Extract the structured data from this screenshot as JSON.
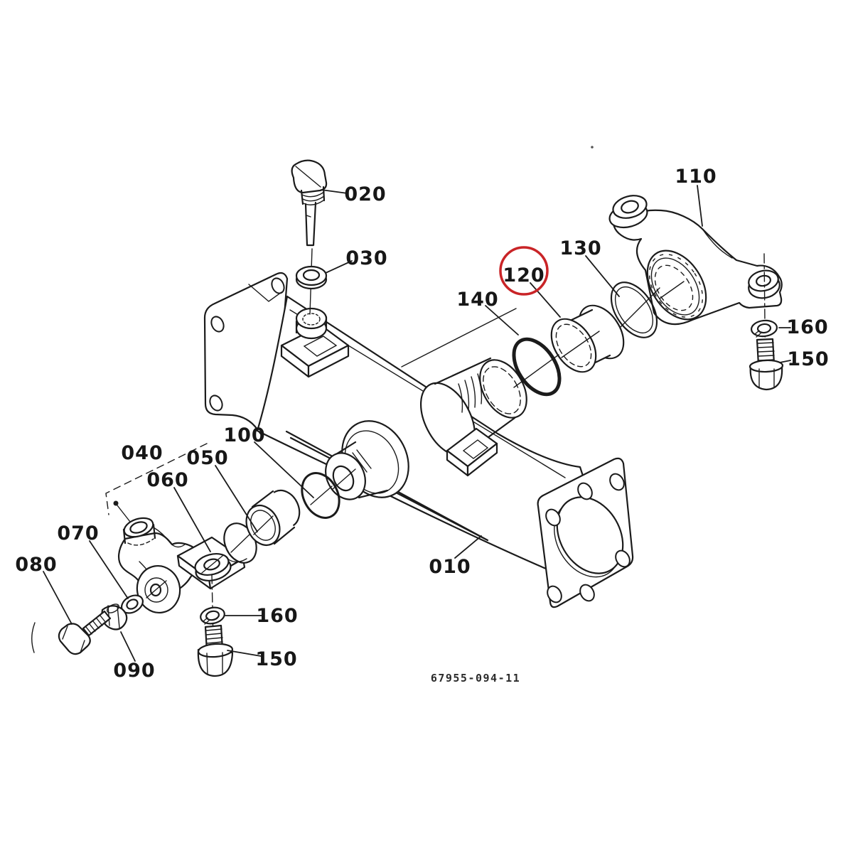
{
  "diagram": {
    "drawing_number": "67955-094-11",
    "highlight": {
      "label": "120",
      "color": "#c92427"
    },
    "labels": [
      {
        "id": "020",
        "text": "020"
      },
      {
        "id": "030",
        "text": "030"
      },
      {
        "id": "110",
        "text": "110"
      },
      {
        "id": "130",
        "text": "130"
      },
      {
        "id": "120",
        "text": "120"
      },
      {
        "id": "140",
        "text": "140"
      },
      {
        "id": "160-right",
        "text": "160"
      },
      {
        "id": "150-right",
        "text": "150"
      },
      {
        "id": "100",
        "text": "100"
      },
      {
        "id": "040",
        "text": "040"
      },
      {
        "id": "050",
        "text": "050"
      },
      {
        "id": "060",
        "text": "060"
      },
      {
        "id": "070",
        "text": "070"
      },
      {
        "id": "010",
        "text": "010"
      },
      {
        "id": "080",
        "text": "080"
      },
      {
        "id": "160-left",
        "text": "160"
      },
      {
        "id": "150-left",
        "text": "150"
      },
      {
        "id": "090",
        "text": "090"
      }
    ]
  }
}
